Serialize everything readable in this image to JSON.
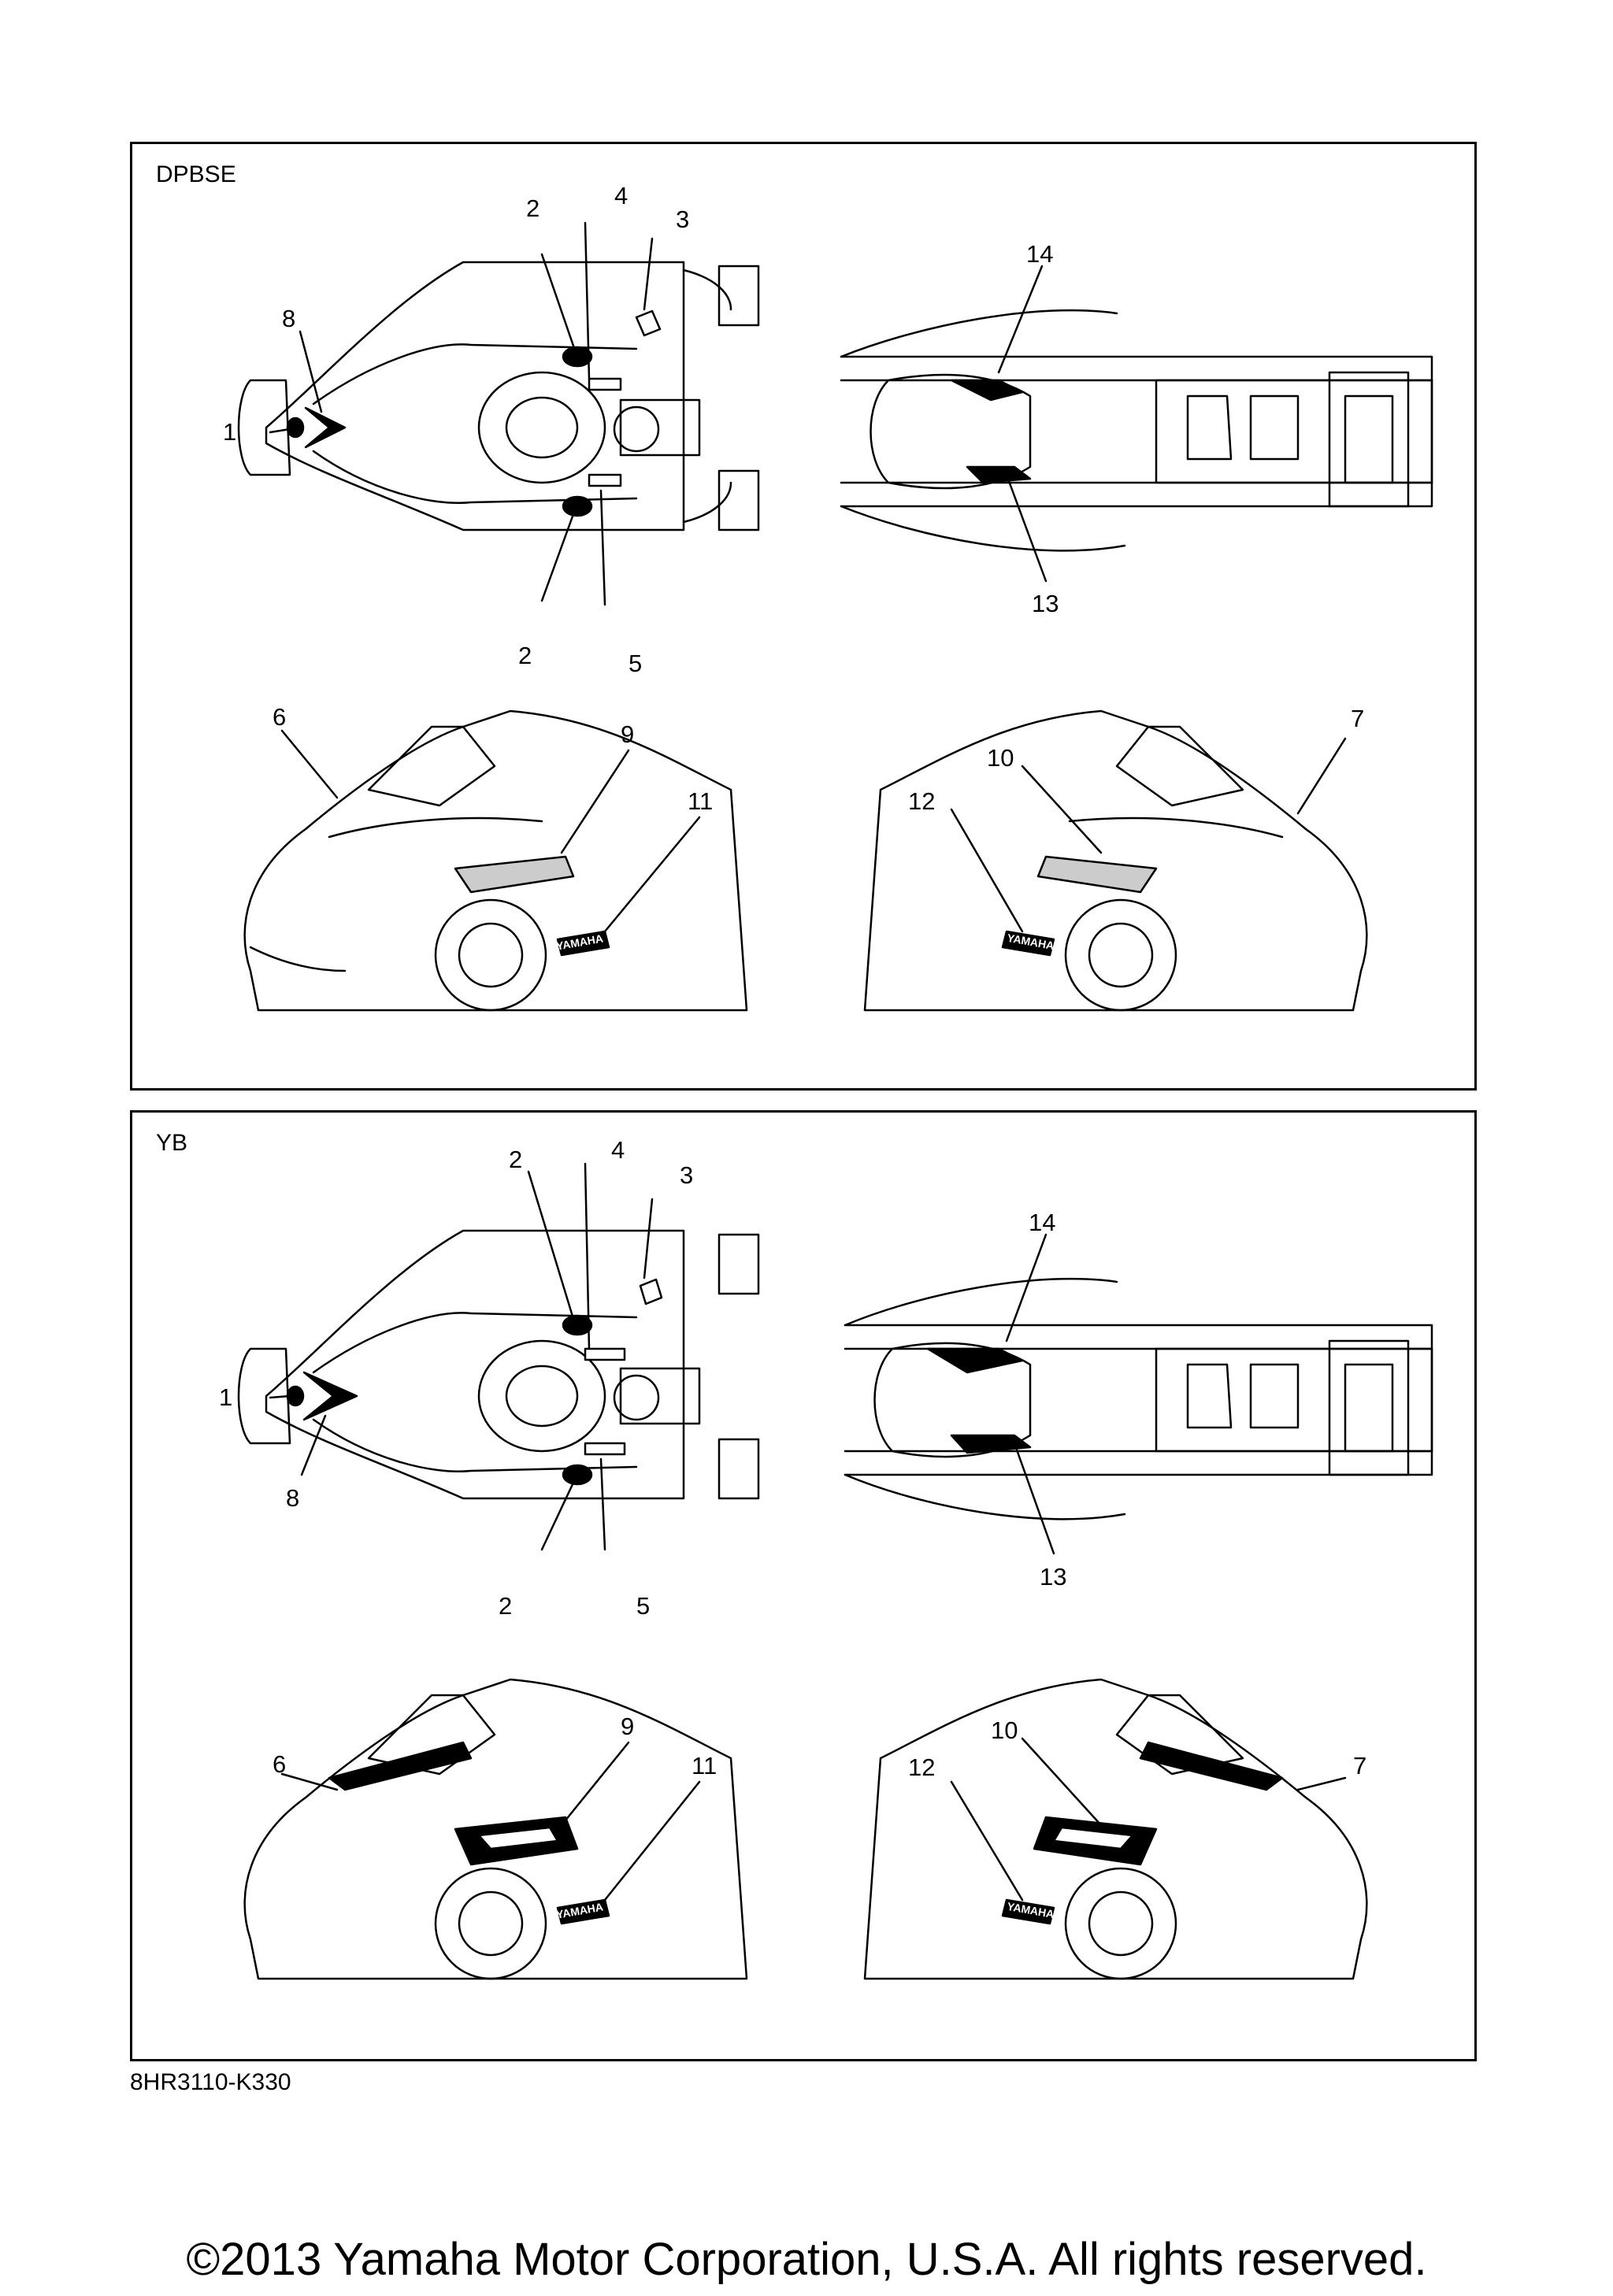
{
  "panels": [
    {
      "label": "DPBSE"
    },
    {
      "label": "YB"
    }
  ],
  "callouts": {
    "top_view": [
      "1",
      "2",
      "2",
      "3",
      "4",
      "5",
      "8"
    ],
    "rear_view": [
      "13",
      "14"
    ],
    "left_side_view": [
      "6",
      "9",
      "11"
    ],
    "right_side_view": [
      "7",
      "10",
      "12"
    ]
  },
  "emblem_text": "YAMAHA",
  "part_code": "8HR3110-K330",
  "copyright": "©2013 Yamaha Motor Corporation, U.S.A. All rights reserved."
}
